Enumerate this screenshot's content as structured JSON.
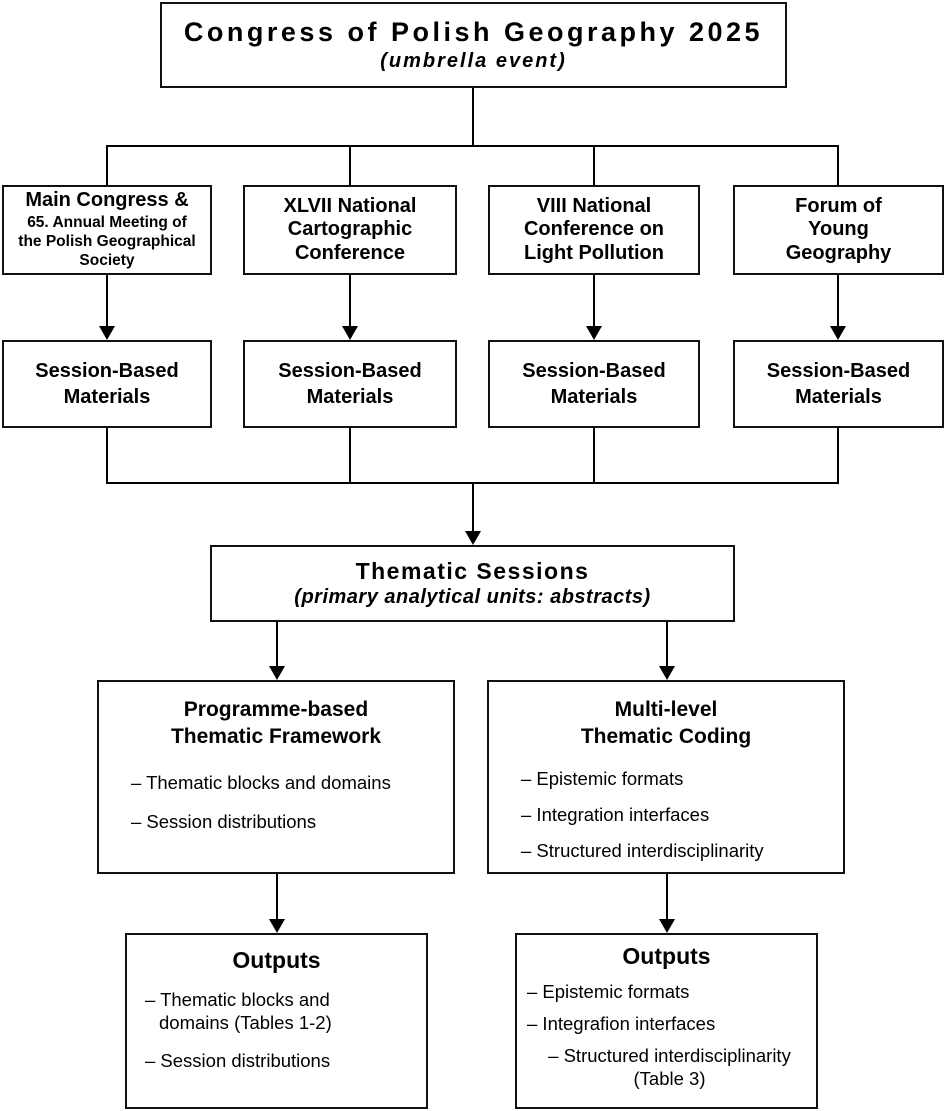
{
  "diagram": {
    "root": {
      "title": "Congress of Polish Geography 2025",
      "subtitle": "(umbrella event)"
    },
    "events": [
      {
        "title": "Main Congress &",
        "subtitle": "65. Annual Meeting of\nthe Polish Geographical\nSociety"
      },
      {
        "title": "XLVII National\nCartographic\nConference"
      },
      {
        "title": "VIII National\nConference on\nLight Pollution"
      },
      {
        "title": "Forum of\nYoung\nGeography"
      }
    ],
    "session_label": "Session-Based\nMaterials",
    "thematic": {
      "title": "Thematic Sessions",
      "subtitle": "(primary analytical units: abstracts)"
    },
    "frameworks": [
      {
        "title": "Programme-based\nThematic Framework",
        "items": [
          "– Thematic blocks and domains",
          "– Session distributions"
        ]
      },
      {
        "title": "Multi-level\nThematic Coding",
        "items": [
          "– Epistemic formats",
          "– Integration interfaces",
          "– Structured interdisciplinarity"
        ]
      }
    ],
    "outputs": [
      {
        "title": "Outputs",
        "items": [
          "– Thematic blocks and\ndomains (Tables 1-2)",
          "– Session distributions"
        ]
      },
      {
        "title": "Outputs",
        "items": [
          "– Epistemic formats",
          "– Integrafion interfaces",
          "– Structured interdisciplinarity\n(Table 3)"
        ]
      }
    ],
    "colors": {
      "line": "#000000",
      "box_border": "#111111",
      "background": "#ffffff",
      "text": "#000000"
    }
  }
}
